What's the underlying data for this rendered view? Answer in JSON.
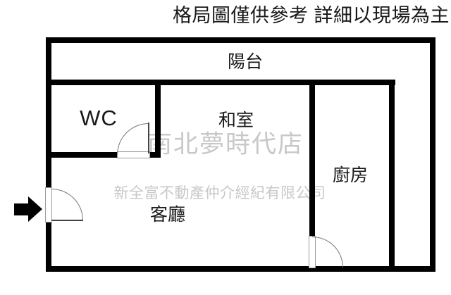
{
  "title": "格局圖僅供參考 詳細以現場為主",
  "rooms": {
    "balcony": "陽台",
    "wc": "WC",
    "tatami": "和室",
    "kitchen": "廚房",
    "living": "客廳"
  },
  "watermarks": {
    "store": "南北夢時代店",
    "company": "新全富不動產仲介經紀有限公司"
  },
  "icons": {
    "entrance_arrow": "right-arrow-entrance-indicator"
  },
  "colors": {
    "wall": "#000000",
    "label_text": "#191919",
    "watermark": "#c8c8c8",
    "door_arc": "#777777",
    "background": "#ffffff"
  }
}
